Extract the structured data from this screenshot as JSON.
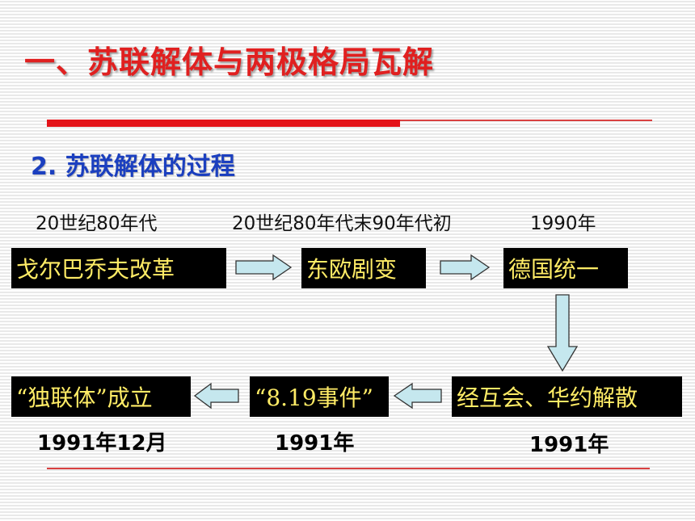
{
  "slide": {
    "title": "一、苏联解体与两极格局瓦解",
    "subtitle": "2. 苏联解体的过程"
  },
  "timeline": {
    "top_row": [
      {
        "date": "20世纪80年代",
        "event": "戈尔巴乔夫改革"
      },
      {
        "date": "20世纪80年代末90年代初",
        "event": "东欧剧变"
      },
      {
        "date": "1990年",
        "event": "德国统一"
      }
    ],
    "bottom_row": [
      {
        "date": "1991年12月",
        "event": "“独联体”成立"
      },
      {
        "date": "1991年",
        "event": "“8.19事件”"
      },
      {
        "date": "1991年",
        "event": "经互会、华约解散"
      }
    ]
  },
  "colors": {
    "title": "#e02020",
    "subtitle": "#1b3fbf",
    "box_bg": "#000000",
    "box_text": "#ffec66",
    "arrow_fill": "#c5e7ee",
    "rule": "#e4141a"
  }
}
